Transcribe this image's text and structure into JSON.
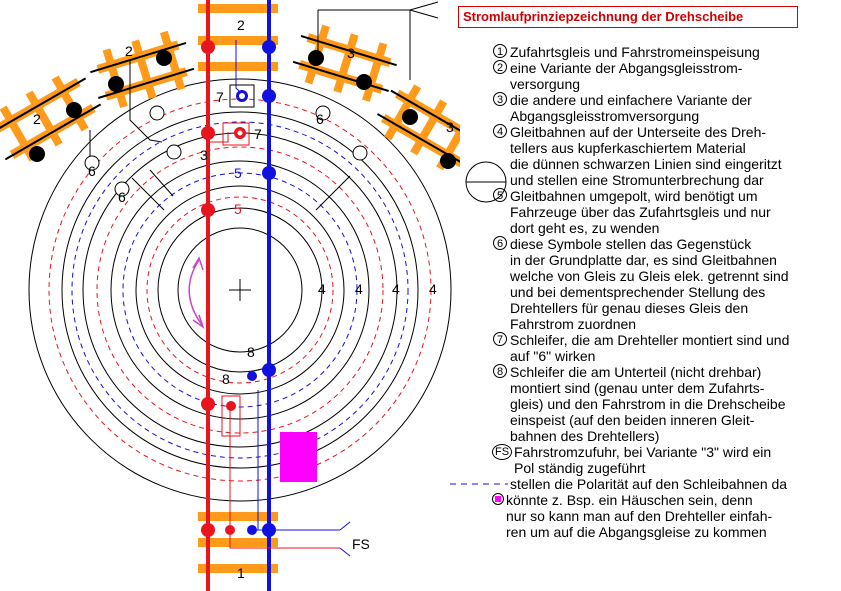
{
  "title": "Stromlaufprinziepzeichnung der Drehscheibe",
  "diagram": {
    "track_labels": {
      "entry": "1",
      "top": "2",
      "left_a": "2",
      "left_b": "2",
      "right_a": "3",
      "right_b": "3"
    },
    "ring_labels": {
      "four_1": "4",
      "four_2": "4",
      "four_3": "4",
      "four_4": "4",
      "five_1": "5",
      "five_2": "5",
      "six_1": "6",
      "six_2": "6",
      "six_3": "6",
      "seven_1": "7",
      "seven_2": "7",
      "eight_1": "8",
      "eight_2": "8",
      "three": "3"
    },
    "fs_label": "FS",
    "colors": {
      "red": "#e8141e",
      "blue": "#1010e0",
      "orange": "#ff9a1a",
      "pink": "#ff00ff",
      "black": "#000000"
    }
  },
  "legend": [
    {
      "num": "1",
      "lines": [
        "Zufahrtsgleis und Fahrstromeinspeisung"
      ]
    },
    {
      "num": "2",
      "lines": [
        "eine Variante der Abgangsgleisstrom-",
        "versorgung"
      ]
    },
    {
      "num": "3",
      "lines": [
        "die andere und einfachere Variante der",
        "Abgangsgleisstromversorgung"
      ]
    },
    {
      "num": "4",
      "lines": [
        "Gleitbahnen auf der Unterseite des Dreh-",
        "tellers aus kupferkaschiertem Material"
      ]
    },
    {
      "num": "",
      "lines": [
        "die dünnen schwarzen Linien sind eingeritzt",
        "und stellen eine Stromunterbrechung dar"
      ]
    },
    {
      "num": "5",
      "lines": [
        "Gleitbahnen umgepolt, wird benötigt um",
        "Fahrzeuge über das Zufahrtsgleis und nur",
        "dort geht es, zu wenden"
      ]
    },
    {
      "num": "6",
      "lines": [
        "      diese Symbole stellen das Gegenstück",
        "in der Grundplatte dar, es sind Gleitbahnen",
        "welche von Gleis zu Gleis elek. getrennt sind",
        "und bei dementsprechender Stellung des",
        "Drehtellers für genau dieses Gleis den",
        "Fahrstrom zuordnen"
      ]
    },
    {
      "num": "7",
      "lines": [
        "Schleifer, die am Drehteller montiert sind und",
        "auf \"6\" wirken"
      ]
    },
    {
      "num": "8",
      "lines": [
        "Schleifer die am Unterteil (nicht drehbar)",
        "montiert sind (genau unter dem Zufahrts-",
        "gleis) und den Fahrstrom in die Drehscheibe",
        "einspeist (auf den beiden inneren Gleit-",
        "bahnen des Drehtellers)"
      ]
    },
    {
      "num": "FS",
      "lines": [
        "Fahrstromzufuhr, bei Variante \"3\" wird ein",
        "Pol ständig zugeführt"
      ]
    },
    {
      "num": "",
      "lines": [
        "stellen die Polarität auf den Schleibahnen da"
      ]
    },
    {
      "num": "",
      "lines": [
        " könnte z. Bsp. ein Häuschen sein, denn",
        "nur so kann man auf den Drehteller einfah-",
        "ren um auf die Abgangsgleise zu kommen"
      ]
    }
  ]
}
